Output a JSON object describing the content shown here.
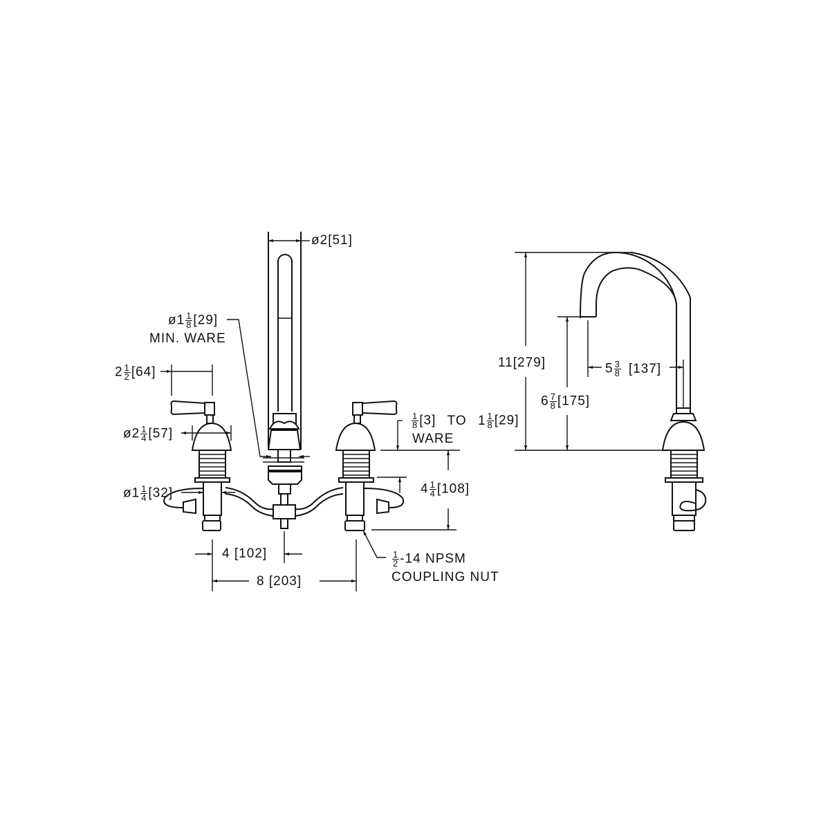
{
  "drawing": {
    "title": "Widespread faucet dimensional drawing",
    "front_view": {
      "dimensions": {
        "spout_diameter": {
          "prefix": "ø2",
          "metric": "[51]"
        },
        "min_ware_hole": {
          "prefix": "ø1",
          "frac_num": "1",
          "frac_den": "8",
          "metric": "[29]",
          "note": "MIN. WARE"
        },
        "handle_length": {
          "prefix": "2",
          "frac_num": "1",
          "frac_den": "2",
          "metric": "[64]"
        },
        "escutcheon_diameter": {
          "prefix": "ø2",
          "frac_num": "1",
          "frac_den": "4",
          "metric": "[57]"
        },
        "shank_diameter": {
          "prefix": "ø1",
          "frac_num": "1",
          "frac_den": "4",
          "metric": "[32]"
        },
        "ware_thickness": {
          "frac_num": "1",
          "frac_den": "8",
          "metric_a": "[3]",
          "to": "TO",
          "prefix_b": "1",
          "frac_num_b": "1",
          "frac_den_b": "8",
          "metric_b": "[29]",
          "note": "WARE"
        },
        "shank_length": {
          "prefix": "4",
          "frac_num": "1",
          "frac_den": "4",
          "metric": "[108]"
        },
        "center_to_spout": {
          "text": "4 [102]"
        },
        "center_to_center": {
          "text": "8 [203]"
        },
        "coupling_nut": {
          "frac_num": "1",
          "frac_den": "2",
          "text": "-14 NPSM",
          "line2": "COUPLING NUT"
        }
      }
    },
    "side_view": {
      "dimensions": {
        "overall_height": {
          "text": "11[279]"
        },
        "spout_clearance": {
          "prefix": "6",
          "frac_num": "7",
          "frac_den": "8",
          "metric": "[175]"
        },
        "spout_reach": {
          "prefix": "5",
          "frac_num": "3",
          "frac_den": "8",
          "metric": "[137]"
        }
      }
    }
  }
}
